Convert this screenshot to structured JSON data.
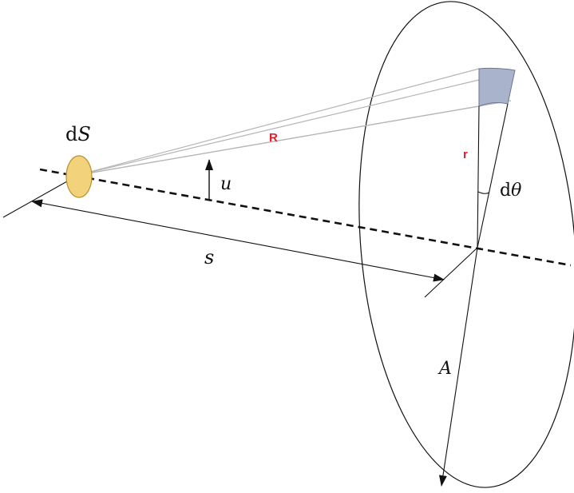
{
  "diagram": {
    "labels": {
      "dS_prefix": "d",
      "dS_var": "S",
      "R": "R",
      "r": "r",
      "u": "u",
      "s": "s",
      "A": "A",
      "dtheta_prefix": "d",
      "dtheta_var": "θ"
    },
    "colors": {
      "source_fill": "#f2d27a",
      "source_stroke": "#b8902a",
      "area_element_fill": "#a9b3cc",
      "area_element_stroke": "#6b7590",
      "ray_stroke": "#b5b5b5",
      "line_stroke": "#111111",
      "label_red": "#e0202a"
    }
  }
}
